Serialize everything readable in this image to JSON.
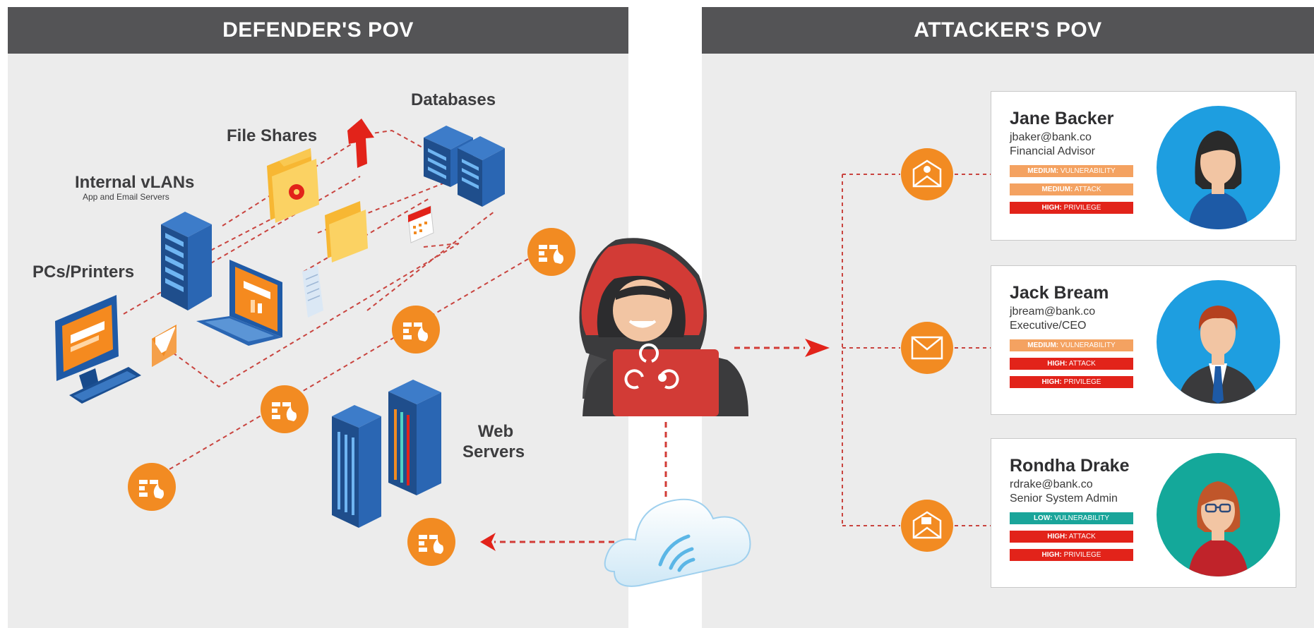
{
  "panels": {
    "defender_title": "DEFENDER'S POV",
    "attacker_title": "ATTACKER'S POV"
  },
  "defender": {
    "databases": "Databases",
    "file_shares": "File Shares",
    "internal_vlans": "Internal vLANs",
    "internal_vlans_sub": "App and Email Servers",
    "pcs_printers": "PCs/Printers",
    "web_servers_line1": "Web",
    "web_servers_line2": "Servers"
  },
  "targets": [
    {
      "name": "Jane Backer",
      "email": "jbaker@bank.co",
      "role": "Financial Advisor",
      "badges": [
        {
          "level": "MEDIUM:",
          "type": "VULNERABILITY",
          "color": "#f4a261"
        },
        {
          "level": "MEDIUM:",
          "type": "ATTACK",
          "color": "#f4a261"
        },
        {
          "level": "HIGH:",
          "type": "PRIVILEGE",
          "color": "#e2231a"
        }
      ],
      "avatar_bg": "#1e9ee0",
      "icon": "bug-email-icon"
    },
    {
      "name": "Jack Bream",
      "email": "jbream@bank.co",
      "role": "Executive/CEO",
      "badges": [
        {
          "level": "MEDIUM:",
          "type": "VULNERABILITY",
          "color": "#f4a261"
        },
        {
          "level": "HIGH:",
          "type": "ATTACK",
          "color": "#e2231a"
        },
        {
          "level": "HIGH:",
          "type": "PRIVILEGE",
          "color": "#e2231a"
        }
      ],
      "avatar_bg": "#1e9ee0",
      "icon": "money-email-icon"
    },
    {
      "name": "Rondha Drake",
      "email": "rdrake@bank.co",
      "role": "Senior System Admin",
      "badges": [
        {
          "level": "LOW:",
          "type": "VULNERABILITY",
          "color": "#1aa59a"
        },
        {
          "level": "HIGH:",
          "type": "ATTACK",
          "color": "#e2231a"
        },
        {
          "level": "HIGH:",
          "type": "PRIVILEGE",
          "color": "#e2231a"
        }
      ],
      "avatar_bg": "#14a89a",
      "icon": "trojan-email-icon"
    }
  ],
  "colors": {
    "accent_orange": "#f28b22",
    "alert_red": "#e2231a",
    "server_blue": "#1f4e8c",
    "header_gray": "#545456"
  }
}
